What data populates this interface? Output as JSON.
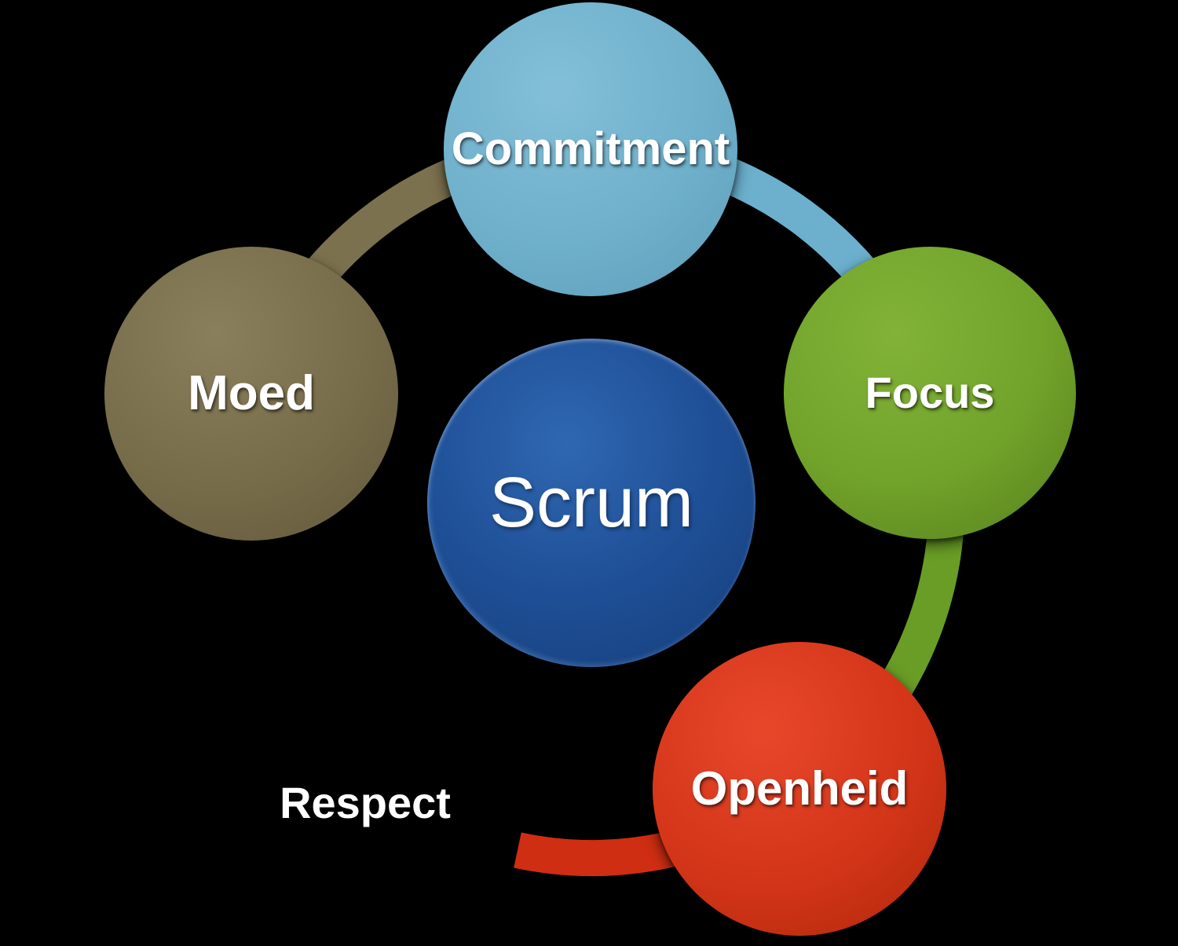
{
  "diagram": {
    "type": "cycle-diagram",
    "background_color": "#000000",
    "center": {
      "label": "Scrum",
      "color": "#1f5098",
      "text_color": "#ffffff"
    },
    "nodes": [
      {
        "label": "Commitment",
        "color": "#6fb0cb",
        "text_color": "#ffffff",
        "position": "top"
      },
      {
        "label": "Focus",
        "color": "#71a22a",
        "text_color": "#ffffff",
        "position": "right"
      },
      {
        "label": "Openheid",
        "color": "#d23418",
        "text_color": "#ffffff",
        "position": "bottom-right"
      },
      {
        "label": "Respect",
        "color": "#000000",
        "text_color": "#ffffff",
        "position": "bottom-left"
      },
      {
        "label": "Moed",
        "color": "#776c4a",
        "text_color": "#ffffff",
        "position": "left"
      }
    ],
    "connectors": [
      {
        "from": "Moed",
        "to": "Commitment",
        "color": "#7c714e"
      },
      {
        "from": "Commitment",
        "to": "Focus",
        "color": "#6cb0ce"
      },
      {
        "from": "Focus",
        "to": "Openheid",
        "color": "#699d26"
      },
      {
        "from": "Openheid",
        "to": "Respect",
        "color": "#cf2e12"
      }
    ]
  }
}
